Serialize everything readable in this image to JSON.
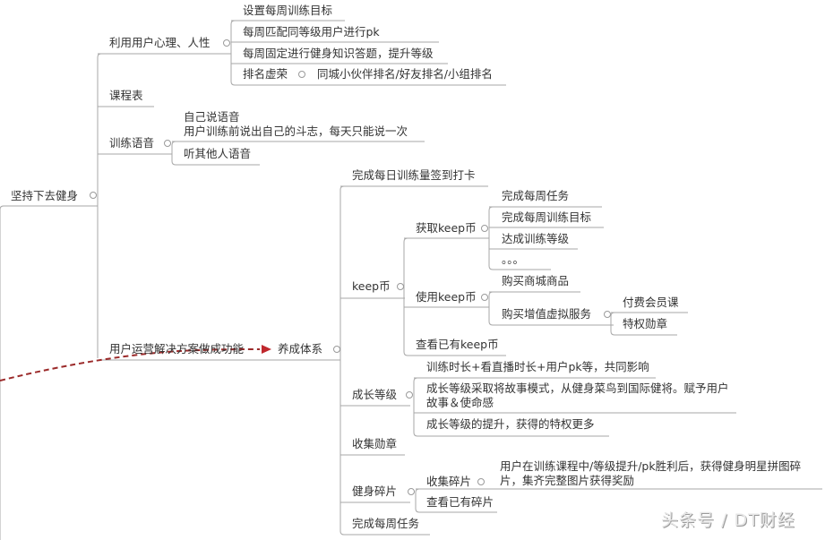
{
  "colors": {
    "line": "#a7a7a7",
    "text": "#333333",
    "relation": "#9b2a2a",
    "watermark": "#dcdcdc"
  },
  "root": {
    "label": "坚持下去健身"
  },
  "branches": {
    "psychology": {
      "label": "利用用户心理、人性",
      "children": [
        "设置每周训练目标",
        "每周匹配同等级用户进行pk",
        "每周固定进行健身知识答题，提升等级",
        "排名虚荣"
      ],
      "ranking_detail": "同城小伙伴排名/好友排名/小组排名"
    },
    "schedule": {
      "label": "课程表"
    },
    "voice": {
      "label": "训练语音",
      "self_voice": "自己说语音",
      "self_voice_desc": "用户训练前说出自己的斗志，每天只能说一次",
      "listen": "听其他人语音"
    },
    "operations": {
      "label": "用户运营解决方案做成功能",
      "relation_target": "养成体系"
    }
  },
  "habit_system": {
    "label": "养成体系",
    "daily_checkin": "完成每日训练量签到打卡",
    "keep_coin": {
      "label": "keep币",
      "earn": {
        "label": "获取keep币",
        "children": [
          "完成每周任务",
          "完成每周训练目标",
          "达成训练等级",
          "。。。"
        ]
      },
      "use": {
        "label": "使用keep币",
        "mall": "购买商城商品",
        "vas": {
          "label": "购买增值虚拟服务",
          "children": [
            "付费会员课",
            "特权勋章"
          ]
        }
      },
      "view": "查看已有keep币"
    },
    "growth_level": {
      "label": "成长等级",
      "children": [
        "训练时长+看直播时长+用户pk等，共同影响",
        "成长等级采取将故事模式，从健身菜鸟到国际健将。赋予用户故事＆使命感",
        "成长等级的提升，获得的特权更多"
      ]
    },
    "badges": "收集勋章",
    "fragments": {
      "label": "健身碎片",
      "collect": {
        "label": "收集碎片",
        "desc": "用户在训练课程中/等级提升/pk胜利后，获得健身明星拼图碎片，集齐完整图片获得奖励"
      },
      "view": "查看已有碎片"
    },
    "weekly_task": "完成每周任务"
  },
  "watermark": "头条号 / DT财经"
}
